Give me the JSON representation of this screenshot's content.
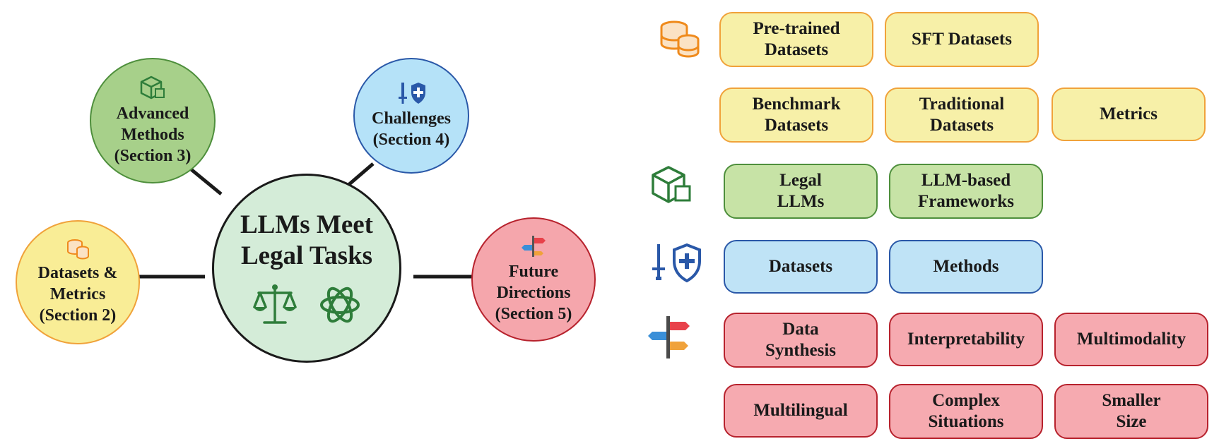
{
  "center": {
    "title_line1": "LLMs Meet",
    "title_line2": "Legal Tasks"
  },
  "circles": [
    {
      "line1": "Datasets &",
      "line2": "Metrics",
      "line3": "(Section 2)"
    },
    {
      "line1": "Advanced",
      "line2": "Methods",
      "line3": "(Section 3)"
    },
    {
      "line1": "Challenges",
      "line2": "(Section 4)"
    },
    {
      "line1": "Future",
      "line2": "Directions",
      "line3": "(Section 5)"
    }
  ],
  "datasets": {
    "row1": [
      {
        "line1": "Pre-trained",
        "line2": "Datasets"
      },
      {
        "line1": "SFT Datasets"
      }
    ],
    "row2": [
      {
        "line1": "Benchmark",
        "line2": "Datasets"
      },
      {
        "line1": "Traditional",
        "line2": "Datasets"
      },
      {
        "line1": "Metrics"
      }
    ]
  },
  "methods": [
    {
      "line1": "Legal",
      "line2": "LLMs"
    },
    {
      "line1": "LLM-based",
      "line2": "Frameworks"
    }
  ],
  "challenges": [
    {
      "line1": "Datasets"
    },
    {
      "line1": "Methods"
    }
  ],
  "future": {
    "row1": [
      {
        "line1": "Data",
        "line2": "Synthesis"
      },
      {
        "line1": "Interpretability"
      },
      {
        "line1": "Multimodality"
      }
    ],
    "row2": [
      {
        "line1": "Multilingual"
      },
      {
        "line1": "Complex",
        "line2": "Situations"
      },
      {
        "line1": "Smaller",
        "line2": "Size"
      }
    ]
  },
  "colors": {
    "yellow_fill": "#f7f0a8",
    "yellow_border": "#f0a23a",
    "green_fill": "#c7e3a6",
    "green_border": "#4e8f3c",
    "blue_fill": "#bfe3f6",
    "blue_border": "#2a58a8",
    "red_fill": "#f6aab0",
    "red_border": "#b7222d",
    "center_fill": "#d4ecd8"
  },
  "icons": [
    "database-coins-icon",
    "box-cube-icon",
    "sword-shield-icon",
    "signpost-icon",
    "scales-icon",
    "openai-knot-icon"
  ]
}
